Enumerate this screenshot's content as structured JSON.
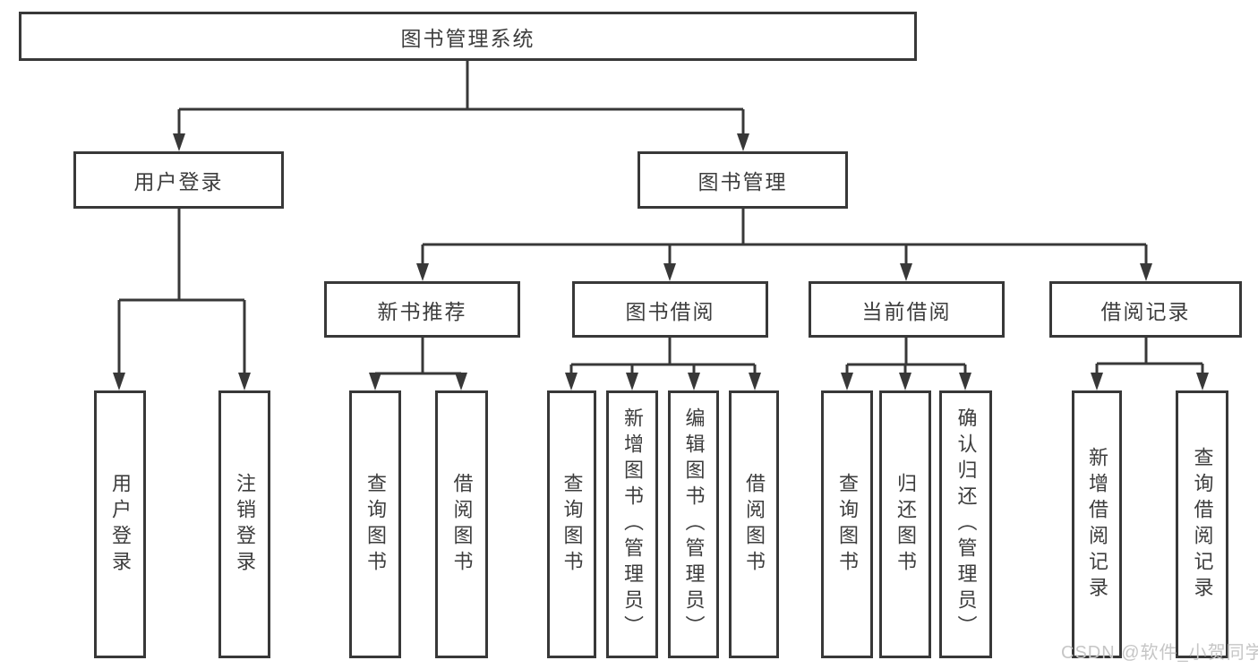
{
  "colors": {
    "line": "#383838",
    "text": "#3d3d3d",
    "background": "#ffffff",
    "watermark": "#c6c6c6"
  },
  "watermark": {
    "text": "CSDN @软件_小贺同学"
  },
  "tree": {
    "root": {
      "label": "图书管理系统"
    },
    "branches": [
      {
        "label": "用户登录",
        "children": [
          {
            "label": "用户登录"
          },
          {
            "label": "注销登录"
          }
        ]
      },
      {
        "label": "图书管理",
        "children": [
          {
            "label": "新书推荐",
            "children": [
              {
                "label": "查询图书"
              },
              {
                "label": "借阅图书"
              }
            ]
          },
          {
            "label": "图书借阅",
            "children": [
              {
                "label": "查询图书"
              },
              {
                "label": "新增图书（管理员）"
              },
              {
                "label": "编辑图书（管理员）"
              },
              {
                "label": "借阅图书"
              }
            ]
          },
          {
            "label": "当前借阅",
            "children": [
              {
                "label": "查询图书"
              },
              {
                "label": "归还图书"
              },
              {
                "label": "确认归还（管理员）"
              }
            ]
          },
          {
            "label": "借阅记录",
            "children": [
              {
                "label": "新增借阅记录"
              },
              {
                "label": "查询借阅记录"
              }
            ]
          }
        ]
      }
    ]
  }
}
